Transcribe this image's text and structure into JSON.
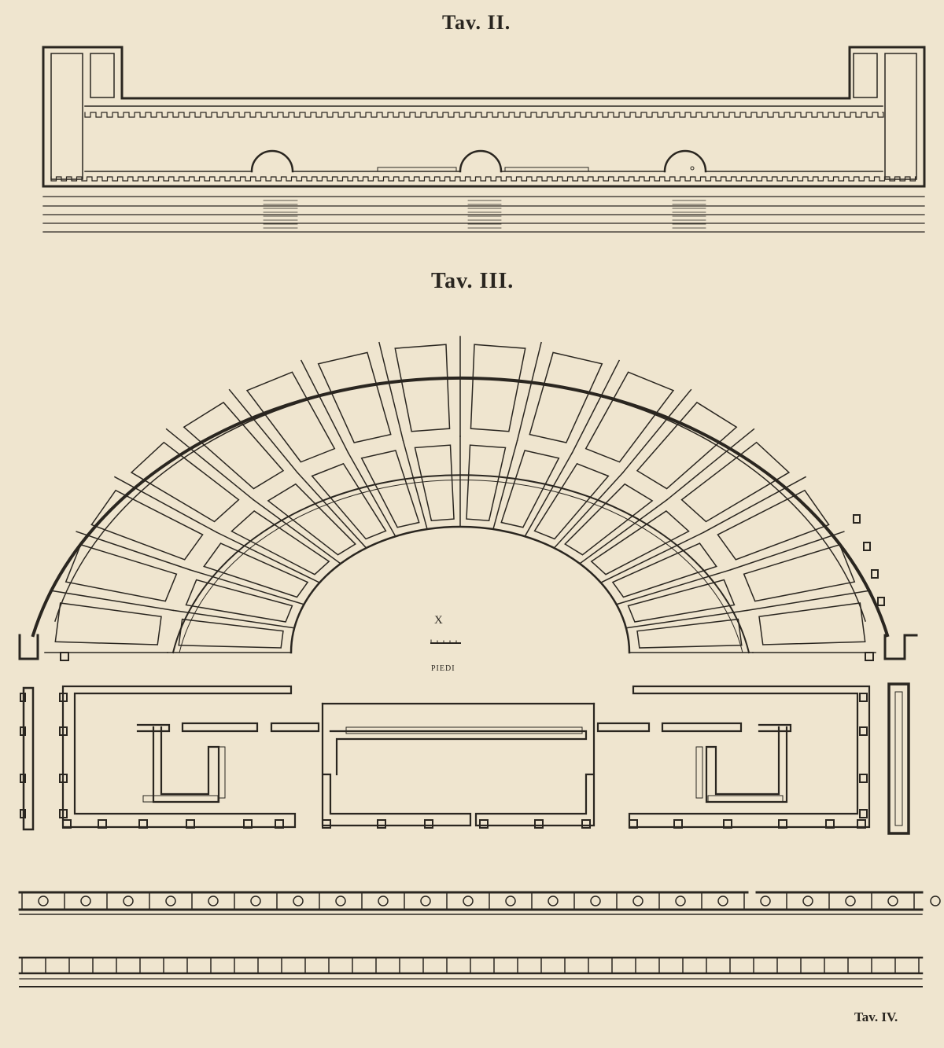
{
  "plates": {
    "tav2": {
      "title": "Tav. II."
    },
    "tav3": {
      "title": "Tav. III.",
      "scale_mark": "X",
      "scale_unit": "PIEDI"
    },
    "tav4": {
      "title": "Tav. IV."
    }
  },
  "colors": {
    "paper": "#efe5cf",
    "ink": "#2a2620"
  }
}
